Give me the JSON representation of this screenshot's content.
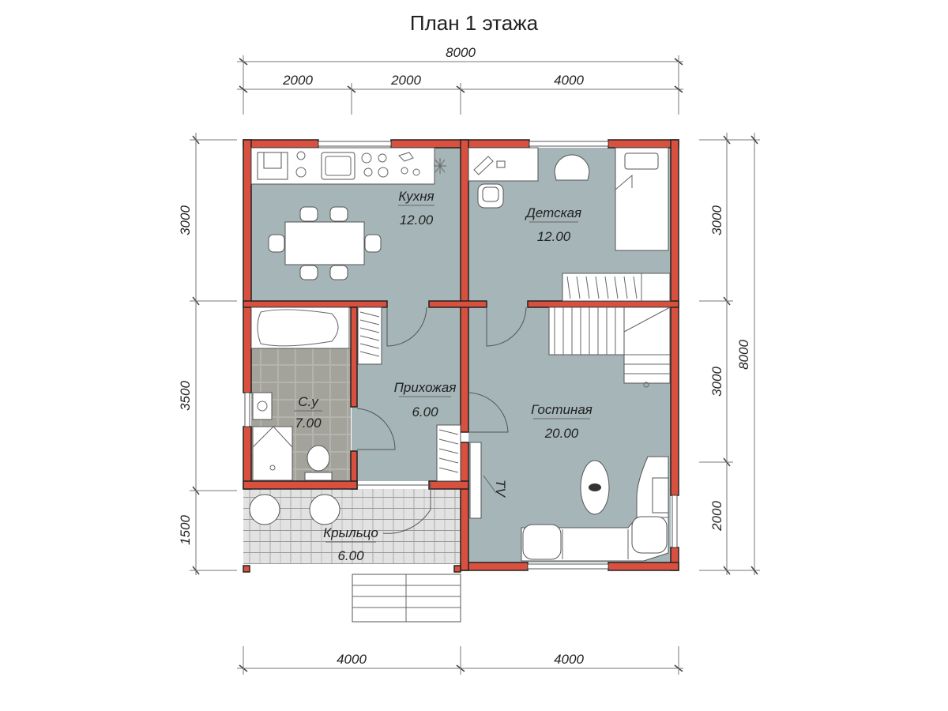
{
  "title": "План 1 этажа",
  "colors": {
    "wall": "#d9503f",
    "floor": "#a5b5b8",
    "tile": "#a9a9a1",
    "porch_deck": "#dcdcdc",
    "furniture": "#ffffff"
  },
  "dimensions": {
    "top_total": "8000",
    "top_segments": [
      "2000",
      "2000",
      "4000"
    ],
    "bottom_segments": [
      "4000",
      "4000"
    ],
    "left_segments": [
      "3000",
      "3500",
      "1500"
    ],
    "right_segments": [
      "3000",
      "3000",
      "2000"
    ],
    "right_total": "8000"
  },
  "rooms": [
    {
      "name": "Кухня",
      "area": "12.00"
    },
    {
      "name": "Детская",
      "area": "12.00"
    },
    {
      "name": "С.у",
      "area": "7.00"
    },
    {
      "name": "Прихожая",
      "area": "6.00"
    },
    {
      "name": "Гостиная",
      "area": "20.00"
    },
    {
      "name": "Крыльцо",
      "area": "6.00"
    }
  ],
  "tv_label": "TV"
}
